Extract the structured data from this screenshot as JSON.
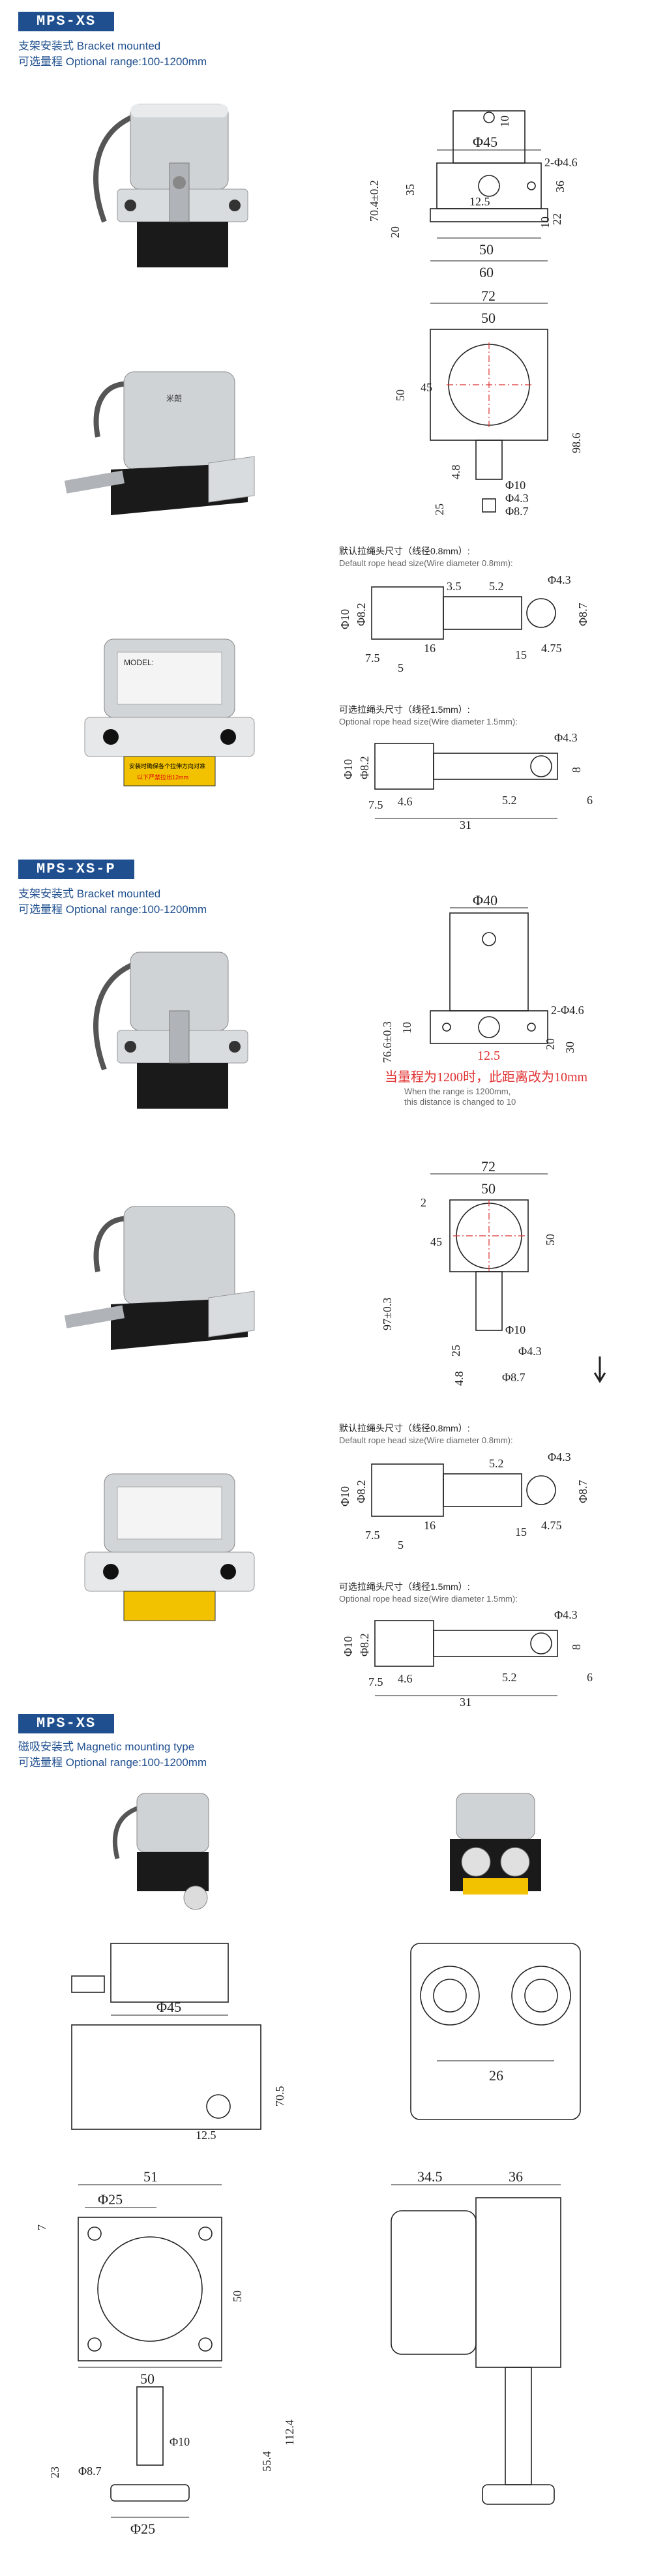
{
  "sections": [
    {
      "badge": "MPS-XS",
      "subtitle_cn": "支架安装式 Bracket mounted",
      "subtitle_range": "可选量程 Optional range:100-1200mm"
    },
    {
      "badge": "MPS-XS-P",
      "subtitle_cn": "支架安装式 Bracket mounted",
      "subtitle_range": "可选量程 Optional range:100-1200mm"
    },
    {
      "badge": "MPS-XS",
      "subtitle_cn": "磁吸安装式 Magnetic mounting type",
      "subtitle_range": "可选量程 Optional range:100-1200mm"
    }
  ],
  "rope_head": {
    "default_cn": "默认拉绳头尺寸（线径0.8mm）:",
    "default_en": "Default rope head size(Wire diameter 0.8mm):",
    "optional_cn": "可选拉绳头尺寸（线径1.5mm）:",
    "optional_en": "Optional rope head size(Wire diameter 1.5mm):"
  },
  "red_note": {
    "cn": "当量程为1200时，此距离改为10mm",
    "en1": "When the range is 1200mm,",
    "en2": "this distance is changed to 10"
  },
  "photo_labels": {
    "model": "MODEL:",
    "warning1": "安装时确保各个拉伸方向对准",
    "warning2": "以下严禁拉出12mm"
  },
  "dims_s1_front": {
    "d45": "Φ45",
    "d10": "10",
    "d704": "70.4±0.2",
    "h2d": "2-Φ4.6",
    "d35": "35",
    "d125": "12.5",
    "d36": "36",
    "d20": "20",
    "d10b": "10",
    "d22": "22",
    "d50": "50",
    "d60": "60"
  },
  "dims_s1_side": {
    "d72": "72",
    "d50": "50",
    "d45": "45",
    "d50v": "50",
    "d986": "98.6",
    "d48": "4.8",
    "d25": "25",
    "d10": "Φ10",
    "d43": "Φ4.3",
    "d87": "Φ8.7"
  },
  "dims_head1": {
    "d43": "Φ4.3",
    "d52": "5.2",
    "d10": "Φ10",
    "d82": "Φ8.2",
    "d35": "3.5",
    "d87": "Φ8.7",
    "d15": "15",
    "d475": "4.75",
    "d16": "16",
    "d75": "7.5",
    "d5": "5"
  },
  "dims_head2": {
    "d43": "Φ4.3",
    "d10": "Φ10",
    "d82": "Φ8.2",
    "d8": "8",
    "d75": "7.5",
    "d46": "4.6",
    "d52": "5.2",
    "d6": "6",
    "d31": "31"
  },
  "dims_s2_front": {
    "d40": "Φ40",
    "d766": "76.6±0.3",
    "d10": "10",
    "h2d": "2-Φ4.6",
    "d20": "20",
    "d30": "30",
    "d125": "12.5"
  },
  "dims_s2_side": {
    "d72": "72",
    "d50": "50",
    "d2": "2",
    "d45": "45",
    "d97": "97±0.3",
    "d50v": "50",
    "d10": "Φ10",
    "d25": "25",
    "d43": "Φ4.3",
    "d48": "4.8",
    "d87": "Φ8.7"
  },
  "dims_s3_front": {
    "d45": "Φ45",
    "d705": "70.5",
    "d125": "12.5"
  },
  "dims_s3_back": {
    "d26": "26"
  },
  "dims_s3_bottom": {
    "d51": "51",
    "d25": "Φ25",
    "d7": "7",
    "d50": "50",
    "d50b": "50",
    "d1124": "112.4",
    "d554": "55.4",
    "d10": "Φ10",
    "d23": "23",
    "d87": "Φ8.7",
    "d25b": "Φ25"
  },
  "dims_s3_side": {
    "d345": "34.5",
    "d36": "36"
  }
}
